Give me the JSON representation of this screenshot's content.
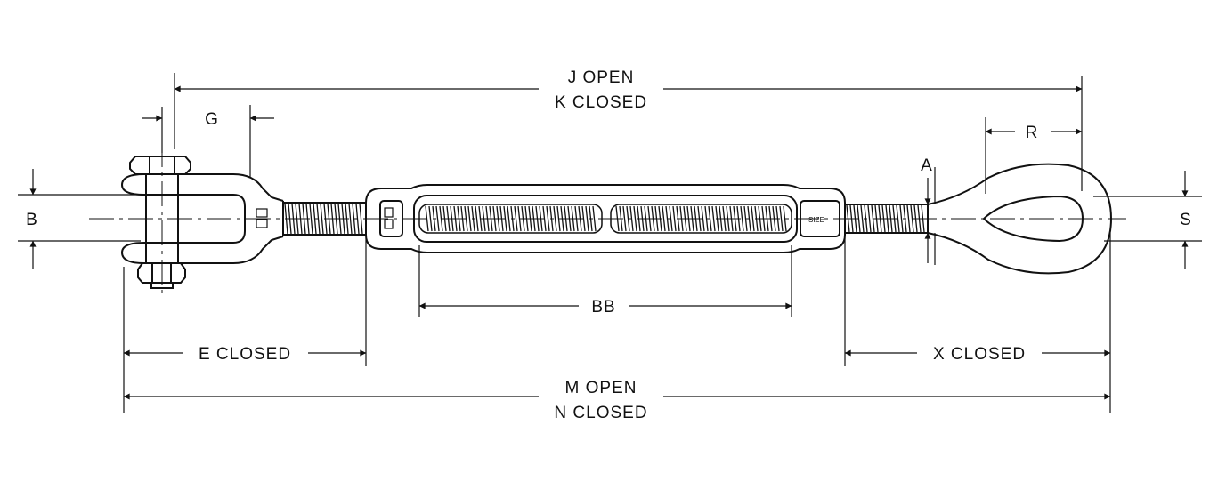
{
  "labels": {
    "j_open": "J OPEN",
    "k_closed": "K CLOSED",
    "g": "G",
    "r": "R",
    "a": "A",
    "b": "B",
    "s": "S",
    "bb": "BB",
    "e_closed": "E CLOSED",
    "x_closed": "X CLOSED",
    "m_open": "M OPEN",
    "n_closed": "N CLOSED",
    "size_stamp": "SIZE"
  },
  "colors": {
    "ink": "#111111",
    "background": "#ffffff"
  }
}
